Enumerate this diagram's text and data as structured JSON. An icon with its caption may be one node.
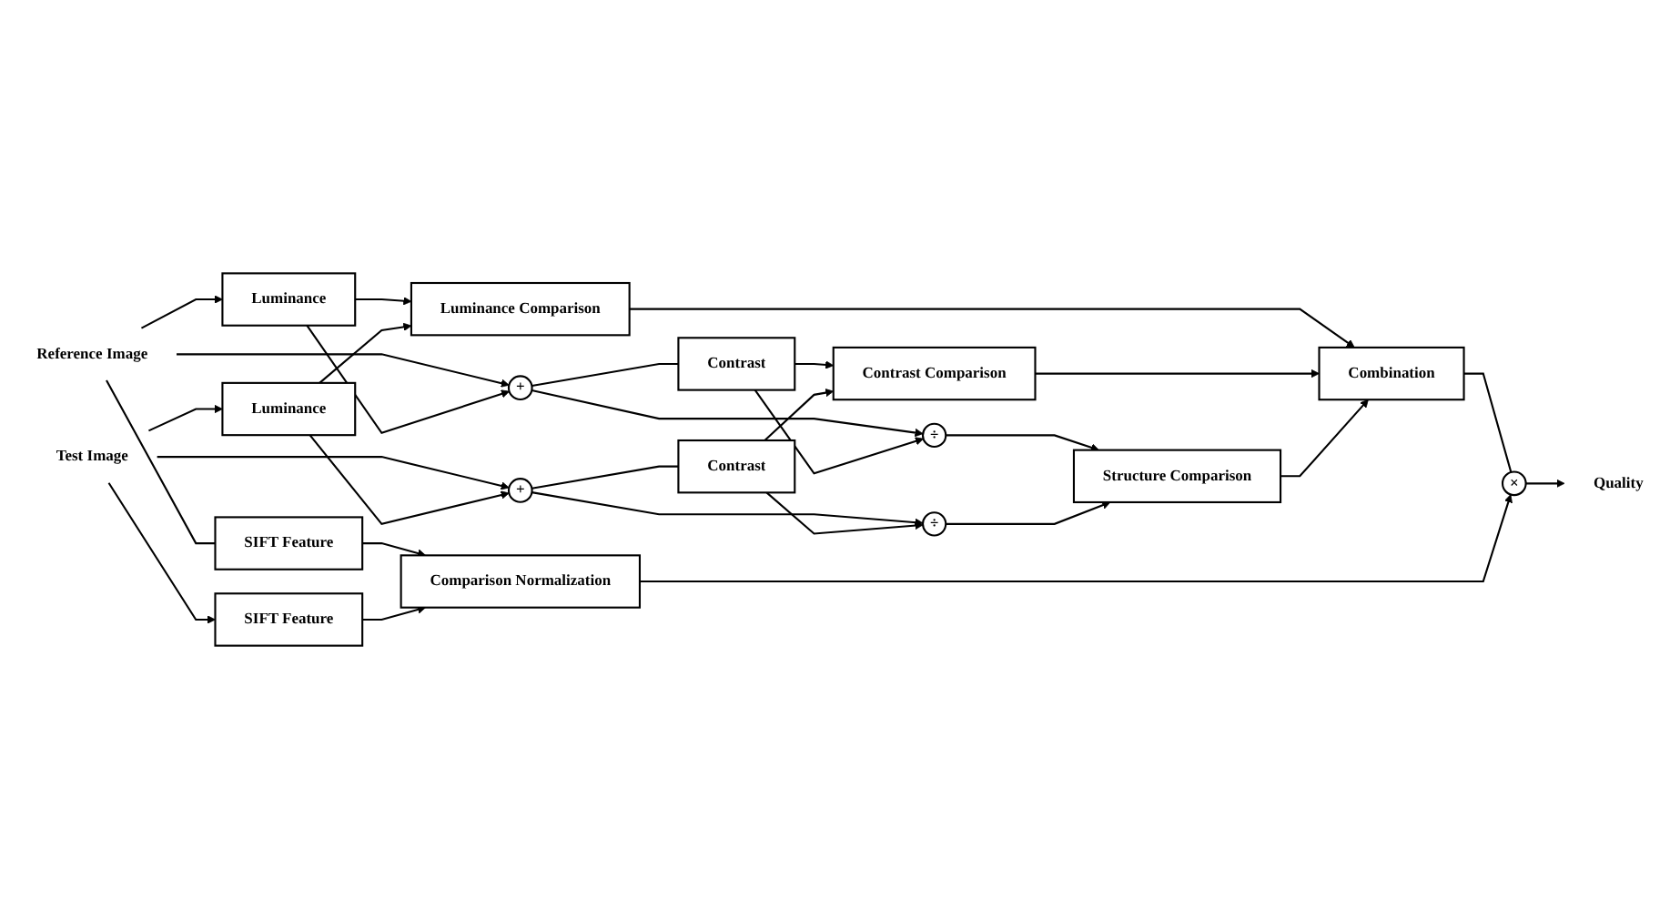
{
  "diagram": {
    "nodes": [
      {
        "text": [
          "Reference Image"
        ]
      },
      {
        "text": [
          "Luminance"
        ]
      },
      {
        "text": [
          "+"
        ]
      },
      {
        "text": [
          "Contrast"
        ]
      },
      {
        "text": [
          "÷"
        ]
      },
      {
        "text": [
          "SIFT Feature"
        ]
      },
      {
        "text": [
          "Luminance Comparison"
        ]
      },
      {
        "text": [
          "Contrast Comparison"
        ]
      },
      {
        "text": [
          "Combination"
        ]
      },
      {
        "text": [
          "Structure Comparison"
        ]
      },
      {
        "text": [
          "Test Image"
        ]
      },
      {
        "text": [
          "Luminance"
        ]
      },
      {
        "text": [
          "+"
        ]
      },
      {
        "text": [
          "Contrast"
        ]
      },
      {
        "text": [
          "÷"
        ]
      },
      {
        "text": [
          "SIFT Feature"
        ]
      },
      {
        "text": [
          "Comparison Normalization"
        ]
      },
      {
        "text": [
          "×"
        ]
      },
      {
        "text": [
          "Quality"
        ]
      }
    ],
    "edges": [
      {
        "from": 0,
        "to": 1,
        "arrow": "to"
      },
      {
        "from": 0,
        "to": 2,
        "arrow": "to"
      },
      {
        "from": 0,
        "to": 5,
        "arrow": "none"
      },
      {
        "from": 1,
        "to": 2,
        "arrow": "to"
      },
      {
        "from": 1,
        "to": 6,
        "arrow": "to"
      },
      {
        "from": 2,
        "to": 3,
        "arrow": "none"
      },
      {
        "from": 2,
        "to": 4,
        "arrow": "to"
      },
      {
        "from": 3,
        "to": 7,
        "arrow": "to"
      },
      {
        "from": 3,
        "to": 4,
        "arrow": "to"
      },
      {
        "from": 4,
        "to": 9,
        "arrow": "to"
      },
      {
        "from": 10,
        "to": 11,
        "arrow": "to"
      },
      {
        "from": 10,
        "to": 15,
        "arrow": "to"
      },
      {
        "from": 10,
        "to": 12,
        "arrow": "to"
      },
      {
        "from": 11,
        "to": 6,
        "arrow": "to"
      },
      {
        "from": 11,
        "to": 12,
        "arrow": "to"
      },
      {
        "from": 12,
        "to": 13,
        "arrow": "none"
      },
      {
        "from": 12,
        "to": 14,
        "arrow": "to"
      },
      {
        "from": 13,
        "to": 7,
        "arrow": "to"
      },
      {
        "from": 13,
        "to": 14,
        "arrow": "to"
      },
      {
        "from": 14,
        "to": 9,
        "arrow": "to"
      },
      {
        "from": 5,
        "to": 16,
        "arrow": "to"
      },
      {
        "from": 15,
        "to": 16,
        "arrow": "to"
      },
      {
        "from": 6,
        "to": 8,
        "arrow": "to"
      },
      {
        "from": 7,
        "to": 8,
        "arrow": "to"
      },
      {
        "from": 9,
        "to": 8,
        "arrow": "to"
      },
      {
        "from": 8,
        "to": 17,
        "arrow": "none"
      },
      {
        "from": 16,
        "to": 17,
        "arrow": "to"
      },
      {
        "from": 17,
        "to": 18,
        "arrow": "to"
      }
    ]
  }
}
